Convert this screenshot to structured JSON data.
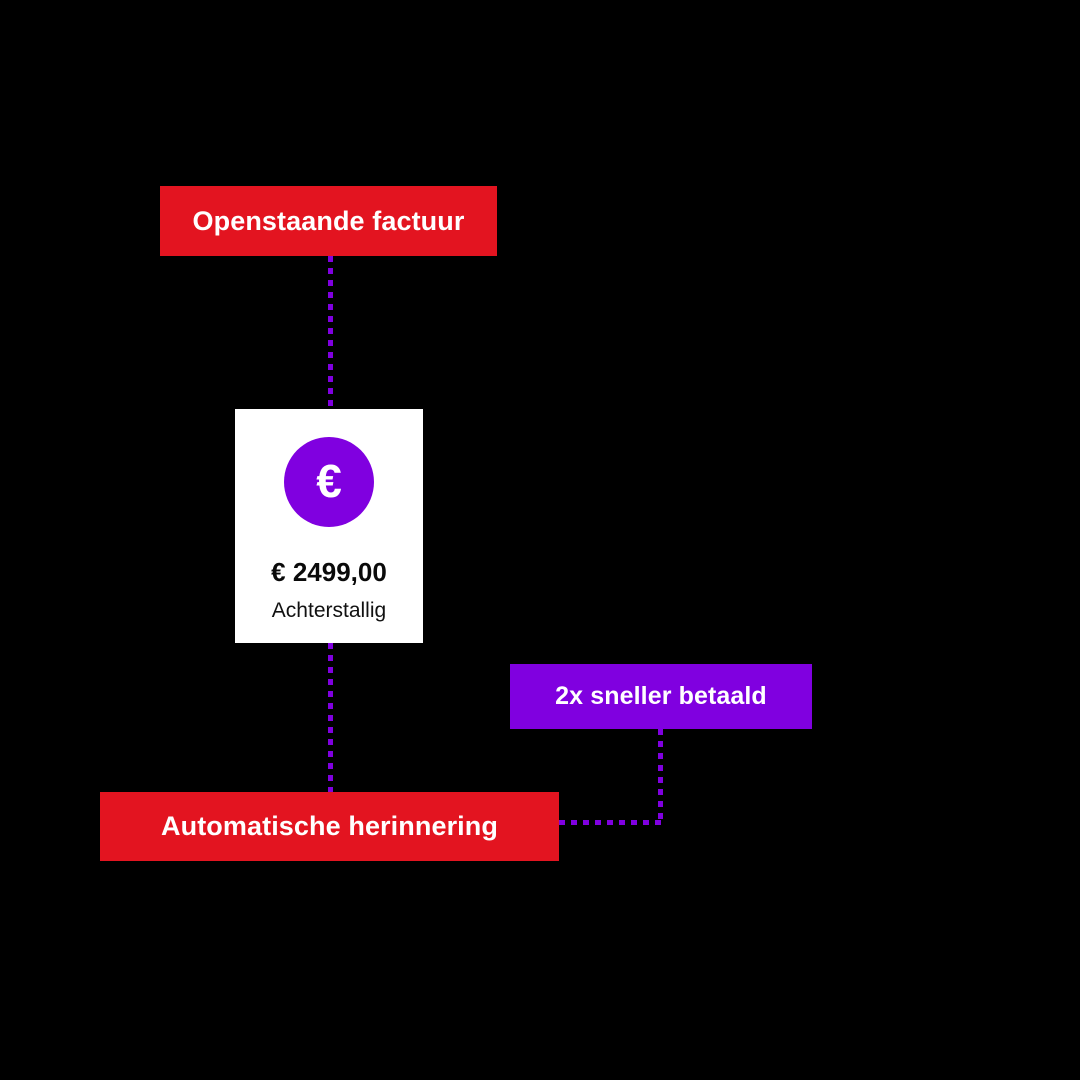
{
  "diagram": {
    "background_color": "#000000",
    "accent_red": "#e31420",
    "accent_purple": "#8000e0",
    "card_background": "#ffffff",
    "nodes": {
      "open_invoice": {
        "label": "Openstaande factuur",
        "color": "#e31420",
        "text_color": "#ffffff"
      },
      "invoice_card": {
        "icon": "euro-icon",
        "icon_glyph": "€",
        "amount": "€ 2499,00",
        "status": "Achterstallig",
        "icon_color": "#8000e0",
        "background": "#ffffff"
      },
      "automatic_reminder": {
        "label": "Automatische herinnering",
        "color": "#e31420",
        "text_color": "#ffffff"
      },
      "faster_paid": {
        "label": "2x sneller betaald",
        "color": "#8000e0",
        "text_color": "#ffffff"
      }
    },
    "connectors": {
      "style": "dotted",
      "color": "#8000e0",
      "edges": [
        "open_invoice -> invoice_card",
        "invoice_card -> automatic_reminder",
        "automatic_reminder -> faster_paid"
      ]
    }
  }
}
